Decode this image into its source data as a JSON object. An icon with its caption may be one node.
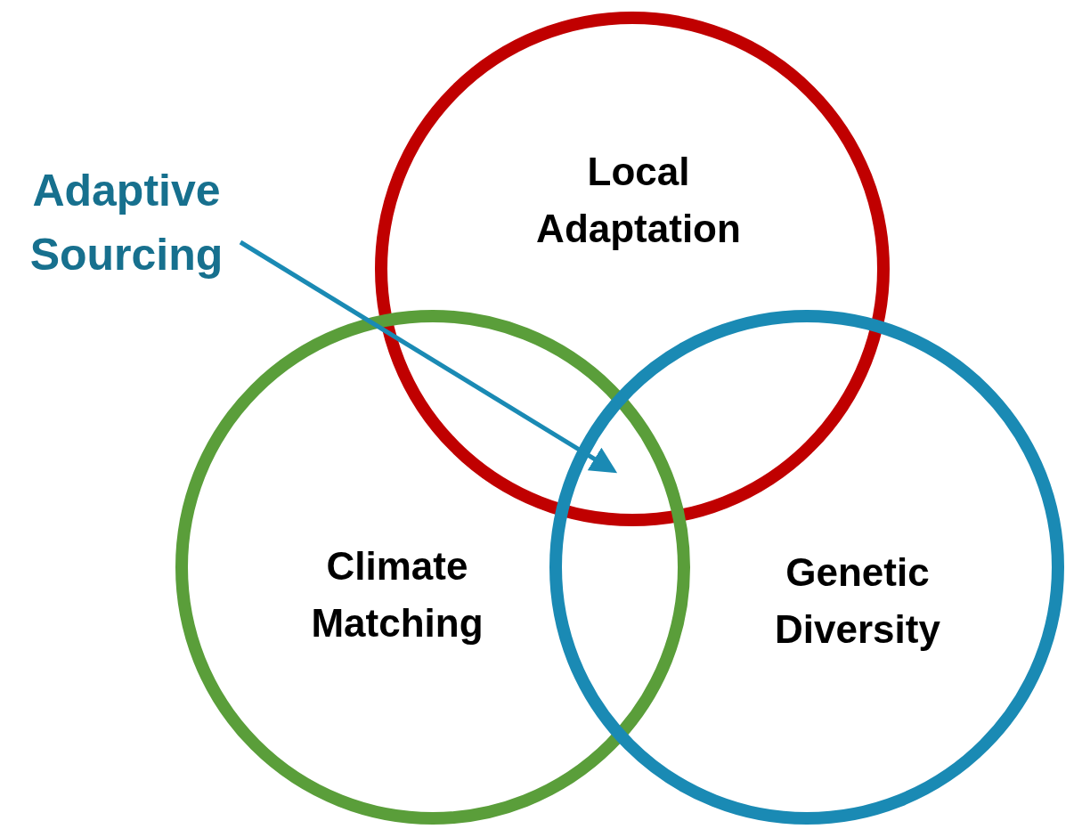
{
  "diagram": {
    "nodes": [
      {
        "text": [
          "Local Adaptation"
        ]
      },
      {
        "text": [
          "Adaptive Sourcing"
        ]
      },
      {
        "text": [
          "Climate Matching"
        ]
      },
      {
        "text": [
          "Genetic Diversity"
        ]
      }
    ],
    "edges": [
      {
        "from": 1,
        "to": 0,
        "arrow": "to"
      }
    ]
  }
}
